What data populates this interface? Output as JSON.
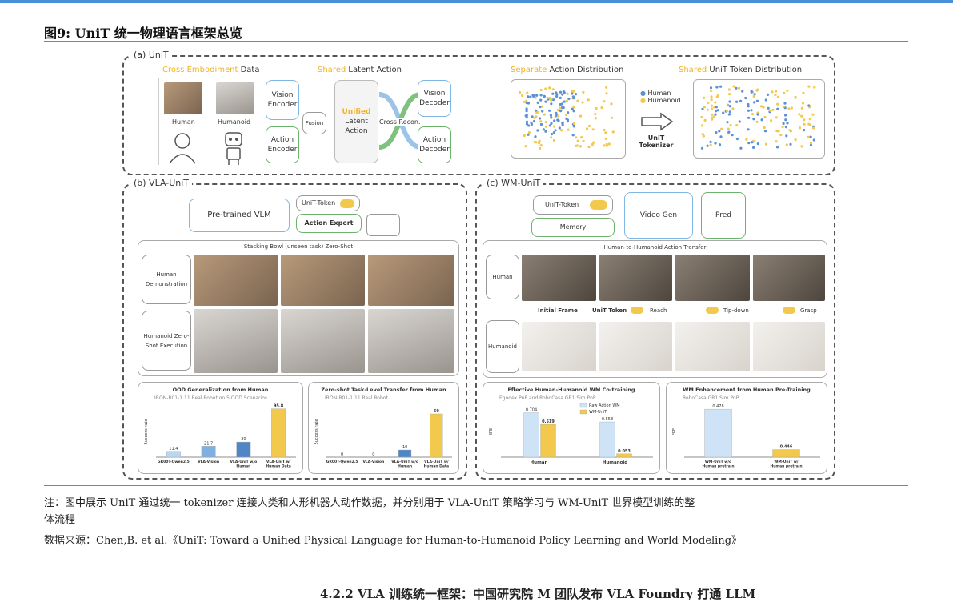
{
  "figure": {
    "title": "图9:  UniT 统一物理语言框架总览"
  },
  "panel_a": {
    "label": "(a) UniT",
    "cross_hl": "Cross Embodiment",
    "cross_rest": " Data",
    "shared_hl": "Shared",
    "shared_rest": " Latent Action",
    "human": "Human",
    "humanoid": "Humanoid",
    "vision_encoder": "Vision Encoder",
    "action_encoder": "Action Encoder",
    "fusion": "Fusion",
    "unified_hl": "Unified",
    "unified_rest": "Latent Action",
    "cross_recon": "Cross Recon.",
    "vision_decoder": "Vision Decoder",
    "action_decoder": "Action Decoder",
    "sep_hl": "Separate",
    "sep_rest": " Action Distribution",
    "shared_tok_hl": "Shared",
    "shared_tok_rest": " UniT Token Distribution",
    "legend_human": "Human",
    "legend_humanoid": "Humanoid",
    "tokenizer": "UniT Tokenizer",
    "colors": {
      "human": "#5b8fd6",
      "humanoid": "#f2c94c"
    }
  },
  "panel_b": {
    "label": "(b) VLA-UniT",
    "vlm": "Pre-trained VLM",
    "unit_token": "UniT-Token",
    "action_expert": "Action Expert",
    "stack_title": "Stacking Bowl (unseen task) Zero-Shot",
    "row1": "Human Demonstration",
    "row2": "Humanoid Zero-Shot Execution"
  },
  "panel_c": {
    "label": "(c) WM-UniT",
    "unit_token": "UniT-Token",
    "memory": "Memory",
    "video_gen": "Video Gen",
    "pred": "Pred",
    "transfer_title": "Human-to-Humanoid Action Transfer",
    "row1": "Human",
    "row2": "Humanoid",
    "initial_frame": "Initial Frame",
    "unit_token_lbl": "UniT Token",
    "steps": [
      "Reach",
      "Tip-down",
      "Grasp"
    ]
  },
  "chart_data": [
    {
      "type": "bar",
      "title": "OOD Generalization from Human",
      "subtitle": "IRON-R01-1.11 Real Robot on 5 OOD Scenarios",
      "ylabel": "Success rate",
      "categories": [
        "GR00T-Qwen2.5",
        "VLA-Vision",
        "VLA-UniT w/o Human",
        "VLA-UniT w/ Human Data"
      ],
      "values": [
        11.4,
        21.7,
        30.0,
        95.8
      ],
      "ylim": [
        0,
        100
      ],
      "colors": [
        "#bcd6ef",
        "#7fb0e0",
        "#4f86c6",
        "#f2c94c"
      ]
    },
    {
      "type": "bar",
      "title": "Zero-shot Task-Level Transfer from Human",
      "subtitle": "IRON-R01-1.11 Real Robot",
      "ylabel": "Success rate",
      "categories": [
        "GR00T-Qwen2.5",
        "VLA-Vision",
        "VLA-UniT w/o Human",
        "VLA-UniT w/ Human Data"
      ],
      "values": [
        0,
        0,
        10,
        60
      ],
      "ylim": [
        0,
        70
      ],
      "colors": [
        "#bcd6ef",
        "#7fb0e0",
        "#4f86c6",
        "#f2c94c"
      ]
    },
    {
      "type": "bar",
      "title": "Effective Human-Humanoid WM Co-training",
      "subtitle": "Egodex PnP and RoboCasa GR1 Sim PnP",
      "ylabel": "EPE",
      "categories": [
        "Human",
        "Humanoid"
      ],
      "series": [
        {
          "name": "Raw Action WM",
          "values": [
            0.704,
            0.558
          ]
        },
        {
          "name": "WM-UniT",
          "values": [
            0.519,
            0.053
          ]
        }
      ],
      "ylim": [
        0,
        0.8
      ],
      "colors": [
        "#cfe3f7",
        "#f2c94c"
      ]
    },
    {
      "type": "bar",
      "title": "WM Enhancement from Human Pre-Training",
      "subtitle": "RoboCasa GR1 Sim PnP",
      "ylabel": "EPE",
      "categories": [
        "WM-UniT w/o Human pretrain",
        "WM-UniT w/ Human pretrain"
      ],
      "values": [
        0.478,
        0.446
      ],
      "ylim": [
        0.44,
        0.48
      ],
      "colors": [
        "#cfe3f7",
        "#f2c94c"
      ]
    }
  ],
  "notes": {
    "note1": "注：图中展示 UniT 通过统一 tokenizer 连接人类和人形机器人动作数据，并分别用于 VLA-UniT 策略学习与 WM-UniT 世界模型训练的整",
    "note2": "体流程",
    "source": "数据来源：Chen,B. et al.《UniT: Toward a Unified Physical Language  for Human-to-Humanoid Policy Learning and World Modeling》",
    "cut": "4.2.2 VLA 训练统一框架：中国研究院 M      团队发布 VLA Foundry 打通 LLM"
  }
}
